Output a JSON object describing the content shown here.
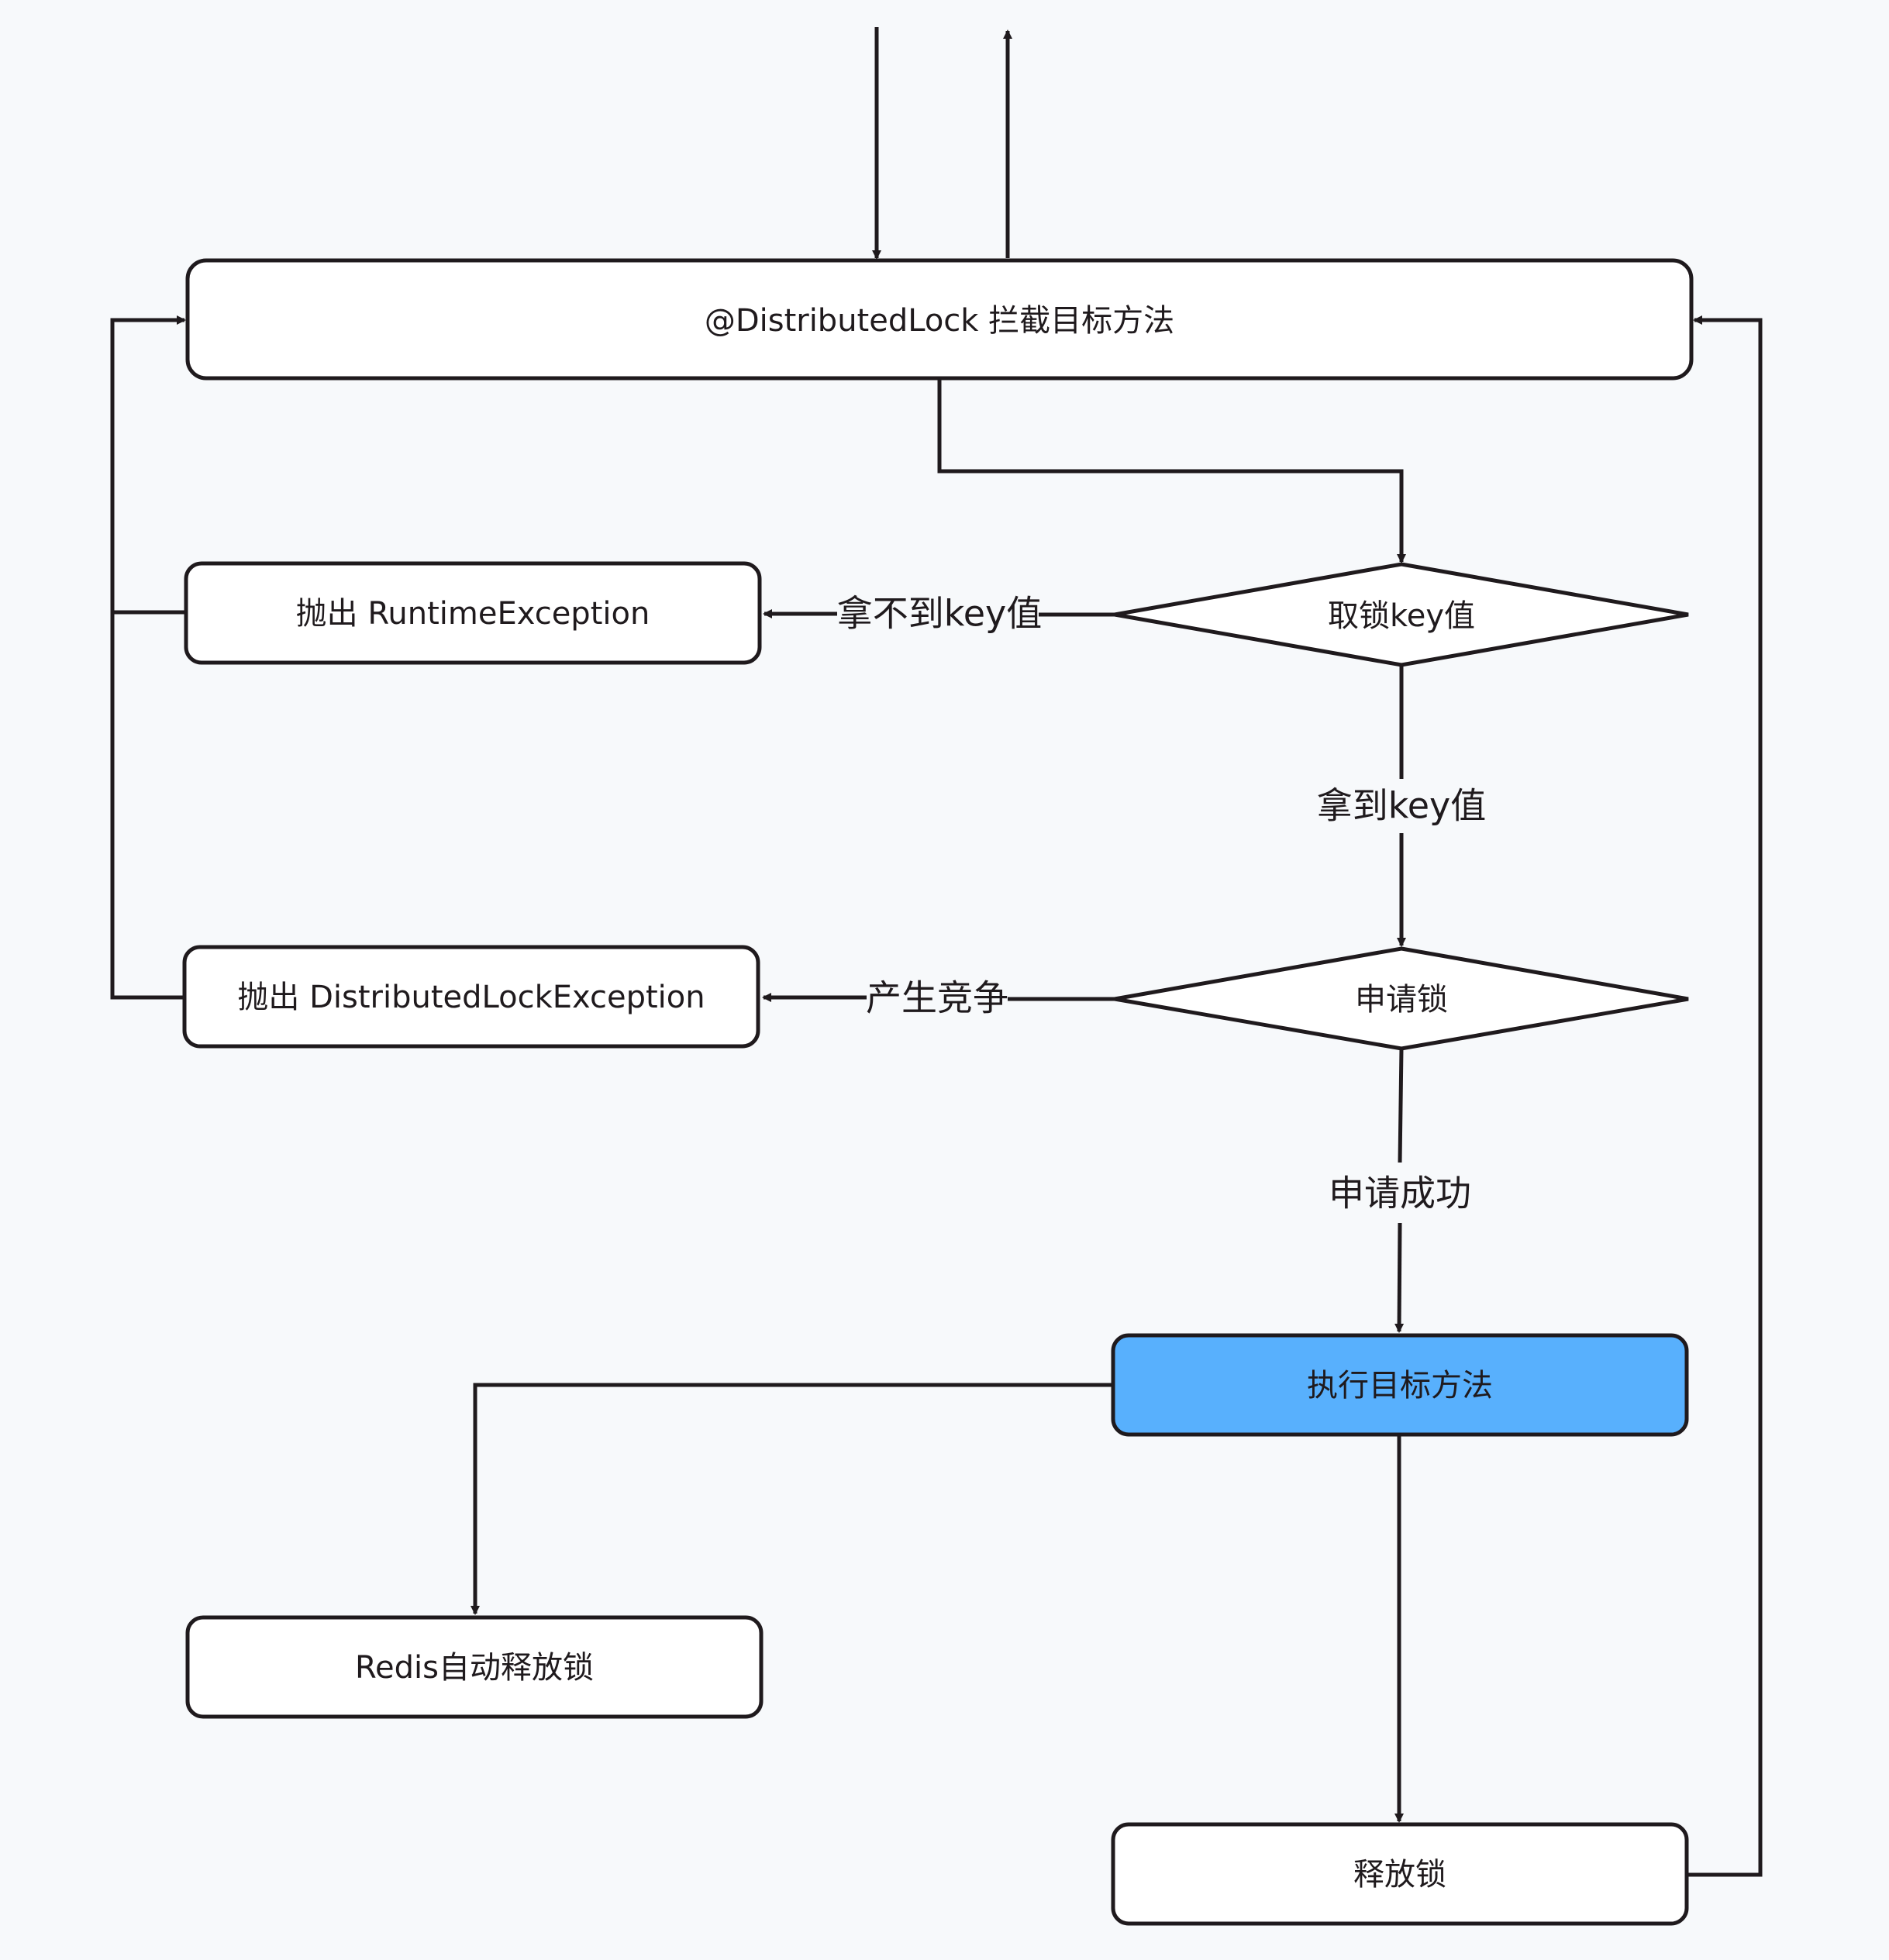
{
  "nodes": {
    "intercept": "@DistributedLock 拦截目标方法",
    "get_key": "取锁key值",
    "throw_runtime": "抛出 RuntimeException",
    "apply_lock": "申请锁",
    "throw_lock_ex": "抛出 DistributedLockException",
    "execute": "执行目标方法",
    "redis_release": "Redis自动释放锁",
    "release": "释放锁"
  },
  "edges": {
    "no_key": "拿不到key值",
    "got_key": "拿到key值",
    "contention": "产生竞争",
    "apply_success": "申请成功"
  },
  "colors": {
    "stroke": "#1f1a1d",
    "highlight_fill": "#58b0fd",
    "node_fill": "#ffffff",
    "background": "#f7f9fb"
  }
}
